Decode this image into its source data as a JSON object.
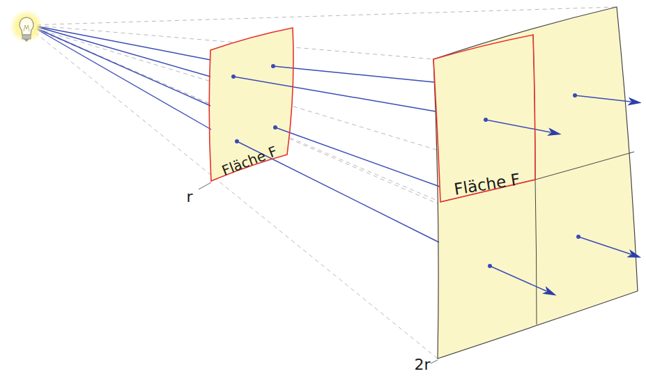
{
  "diagram": {
    "nodes": [
      {
        "text": [
          "Fläche F"
        ]
      },
      {
        "text": [
          "Fläche F"
        ]
      }
    ],
    "labels": [
      "r",
      "2r"
    ]
  }
}
